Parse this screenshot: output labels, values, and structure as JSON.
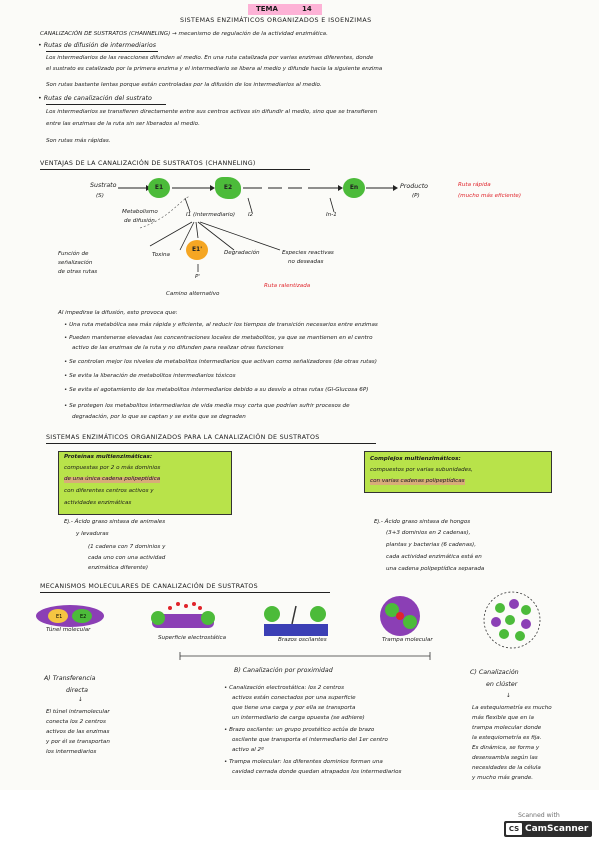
{
  "header": {
    "tema_label": "TEMA",
    "tema_number": "14",
    "title": "SISTEMAS ENZIMÁTICOS ORGANIZADOS E ISOENZIMAS"
  },
  "intro": {
    "line1": "CANALIZACIÓN DE SUSTRATOS (CHANNELING) → mecanismo de regulación de la actividad enzimática.",
    "bullet1_title": "• Rutas de difusión de intermediarios",
    "bullet1_a": "Los intermediarios de las reacciones difunden al medio. En una ruta catalizada por varias enzimas diferentes, donde",
    "bullet1_b": "el sustrato es catalizado por la primera enzima y el intermediario se libera al medio y difunde hacia la siguiente enzima",
    "bullet1_c": "Son rutas bastante lentas porque están controladas por la difusión de los intermediarios al medio.",
    "bullet2_title": "• Rutas de canalización del sustrato",
    "bullet2_a": "Los intermediarios se transfieren directamente entre sus centros activos sin difundir al medio, sino que se transfieren",
    "bullet2_b": "entre las enzimas de la ruta sin ser liberados al medio.",
    "bullet2_c": "Son rutas más rápidas."
  },
  "ventajas": {
    "title": "VENTAJAS DE LA CANALIZACIÓN DE SUSTRATOS (CHANNELING)",
    "sustrato": "Sustrato",
    "sustrato_s": "(S)",
    "e1": "E1",
    "e2": "E2",
    "en": "En",
    "producto": "Producto",
    "producto_p": "(P)",
    "ruta_rapida": "Ruta rápida",
    "mucho_mas": "(mucho más eficiente)",
    "metabolismo": "Metabolismo",
    "de_difusion": "de difusión",
    "i1": "I1 (intermediario)",
    "i2": "I2",
    "in1": "In-1",
    "funcion1": "Función de",
    "funcion2": "señalización",
    "funcion3": "de otras rutas",
    "toxina": "Toxina",
    "e_prime": "E1'",
    "degradacion": "Degradación",
    "especies1": "Especies reactivas",
    "especies2": "no deseadas",
    "p_prime": "P'",
    "camino_alt": "Camino alternativo",
    "ruta_lenta": "Ruta ralentizada"
  },
  "consecuencias": {
    "intro": "Al impedirse la difusión, esto provoca que:",
    "items": [
      "• Una ruta metabólica sea más rápida y eficiente, al reducir los tiempos de transición necesarios entre enzimas",
      "• Pueden mantenerse elevadas las concentraciones locales de metabolitos, ya que se mantienen en el centro",
      "activo de las enzimas de la ruta y no difunden para realizar otras funciones",
      "• Se controlan mejor los niveles de metabolitos intermediarios que activan como señalizadores (de otras rutas)",
      "• Se evita la liberación de metabolitos intermediarios tóxicos",
      "• Se evita el agotamiento de los metabolitos intermediarios debido a su desvío a otras rutas (Gl-Glucosa 6P)",
      "• Se protegen los metabolitos intermediarios de vida media muy corta que podrían sufrir procesos de",
      "degradación, por lo que se captan y se evita que se degraden"
    ]
  },
  "sistemas": {
    "title": "SISTEMAS ENZIMÁTICOS ORGANIZADOS PARA LA CANALIZACIÓN DE SUSTRATOS",
    "box1": [
      "Proteínas multienzimáticas:",
      "compuestas por 2 o más dominios",
      "de una única cadena polipeptídica",
      "con diferentes centros activos y",
      "actividades enzimáticas"
    ],
    "box2": [
      "Complejos multienzimáticos:",
      "compuestos por varias subunidades,",
      "con varias cadenas polipeptídicas"
    ],
    "ej1": [
      "Ej.- Ácido graso sintasa de animales",
      "y levaduras",
      "(1 cadena con 7 dominios y",
      "cada uno con una actividad",
      "enzimática diferente)"
    ],
    "ej2": [
      "Ej.- Ácido graso sintasa de hongos",
      "(3+3 dominios en 2 cadenas),",
      "plantas y bacterias (6 cadenas),",
      "cada actividad enzimática está en",
      "una cadena polipeptídica separada"
    ]
  },
  "mecanismos": {
    "title": "MECANISMOS MOLECULARES DE CANALIZACIÓN DE SUSTRATOS",
    "diagram_labels": {
      "tunel": "Túnel molecular",
      "superficie": "Superficie electrostática",
      "brazos": "Brazos oscilantes",
      "trampa": "Trampa molecular"
    },
    "col_a": [
      "A) Transferencia",
      "directa",
      "↓",
      "El túnel intramolecular",
      "conecta los 2 centros",
      "activos de las enzimas",
      "y por él se transportan",
      "los intermediarios"
    ],
    "col_b_title": "B) Canalización por proximidad",
    "col_b": [
      "• Canalización electrostática: los 2 centros",
      "activos están conectados por una superficie",
      "que tiene una carga y por ella se transporta",
      "un intermediario de carga opuesta (se adhiere)",
      "• Brazo oscilante: un grupo prostético actúa de brazo",
      "oscilante que transporta el intermediario del 1er centro",
      "activo al 2º",
      "• Trampa molecular: los diferentes dominios forman una",
      "cavidad cerrada donde quedan atrapados los intermediarios"
    ],
    "col_c": [
      "C) Canalización",
      "en clúster",
      "↓",
      "La estequiometría es mucho",
      "más flexible que en la",
      "trampa molecular donde",
      "la estequiometría es fija.",
      "Es dinámica, se forma y",
      "desensambla según las",
      "necesidades de la célula",
      "y mucho más grande."
    ]
  },
  "scanner": {
    "scanned_with": "Scanned with",
    "cs": "CS",
    "name": "CamScanner"
  },
  "colors": {
    "enzyme_green": "#4cbb3a",
    "enzyme_orange": "#f5a623",
    "purple": "#8b3fb5",
    "box_green": "#b8e34a",
    "highlight_pink": "#ff69b4",
    "red_text": "#e0242b"
  }
}
